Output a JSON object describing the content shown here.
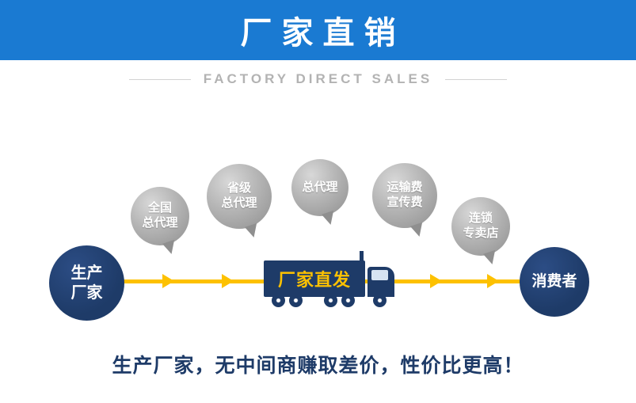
{
  "banner": {
    "title": "厂家直销",
    "subtitle": "FACTORY DIRECT SALES"
  },
  "diagram": {
    "factory_label": "生产\n厂家",
    "consumer_label": "消费者",
    "truck_label": "厂家直发",
    "bubbles": [
      {
        "label": "全国\n总代理"
      },
      {
        "label": "省级\n总代理"
      },
      {
        "label": "总代理"
      },
      {
        "label": "运输费\n宣传费"
      },
      {
        "label": "连锁\n专卖店"
      }
    ]
  },
  "footer": {
    "text": "生产厂家，无中间商赚取差价，性价比更高！"
  },
  "colors": {
    "banner_blue": "#1a7ad2",
    "navy": "#1e3b68",
    "arrow_yellow": "#fdc100",
    "bubble_gray": "#a9a9a9",
    "subtitle_gray": "#b3b3b3"
  }
}
